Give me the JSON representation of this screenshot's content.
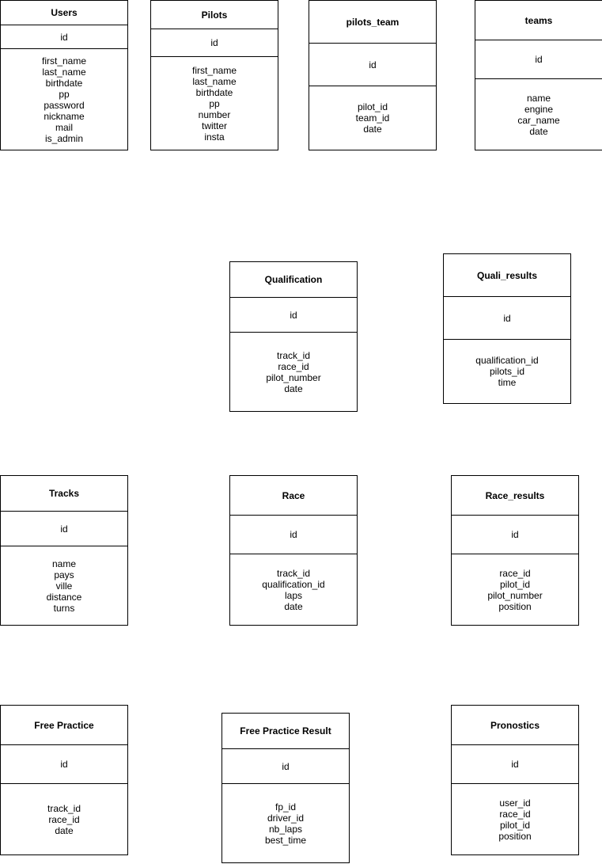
{
  "entities": [
    {
      "id": "users",
      "title": "Users",
      "pk": "id",
      "fields": [
        "first_name",
        "last_name",
        "birthdate",
        "pp",
        "password",
        "nickname",
        "mail",
        "is_admin"
      ]
    },
    {
      "id": "pilots",
      "title": "Pilots",
      "pk": "id",
      "fields": [
        "first_name",
        "last_name",
        "birthdate",
        "pp",
        "number",
        "twitter",
        "insta"
      ]
    },
    {
      "id": "pilots-team",
      "title": "pilots_team",
      "pk": "id",
      "fields": [
        "pilot_id",
        "team_id",
        "date"
      ]
    },
    {
      "id": "teams",
      "title": "teams",
      "pk": "id",
      "fields": [
        "name",
        "engine",
        "car_name",
        "date"
      ]
    },
    {
      "id": "qualification",
      "title": "Qualification",
      "pk": "id",
      "fields": [
        "track_id",
        "race_id",
        "pilot_number",
        "date"
      ]
    },
    {
      "id": "quali-results",
      "title": "Quali_results",
      "pk": "id",
      "fields": [
        "qualification_id",
        "pilots_id",
        "time"
      ]
    },
    {
      "id": "tracks",
      "title": "Tracks",
      "pk": "id",
      "fields": [
        "name",
        "pays",
        "ville",
        "distance",
        "turns"
      ]
    },
    {
      "id": "race",
      "title": "Race",
      "pk": "id",
      "fields": [
        "track_id",
        "qualification_id",
        "laps",
        "date"
      ]
    },
    {
      "id": "race-results",
      "title": "Race_results",
      "pk": "id",
      "fields": [
        "race_id",
        "pilot_id",
        "pilot_number",
        "position"
      ]
    },
    {
      "id": "free-practice",
      "title": "Free Practice",
      "pk": "id",
      "fields": [
        "track_id",
        "race_id",
        "date"
      ]
    },
    {
      "id": "free-practice-result",
      "title": "Free Practice Result",
      "pk": "id",
      "fields": [
        "fp_id",
        "driver_id",
        "nb_laps",
        "best_time"
      ]
    },
    {
      "id": "pronostics",
      "title": "Pronostics",
      "pk": "id",
      "fields": [
        "user_id",
        "race_id",
        "pilot_id",
        "position"
      ]
    }
  ]
}
